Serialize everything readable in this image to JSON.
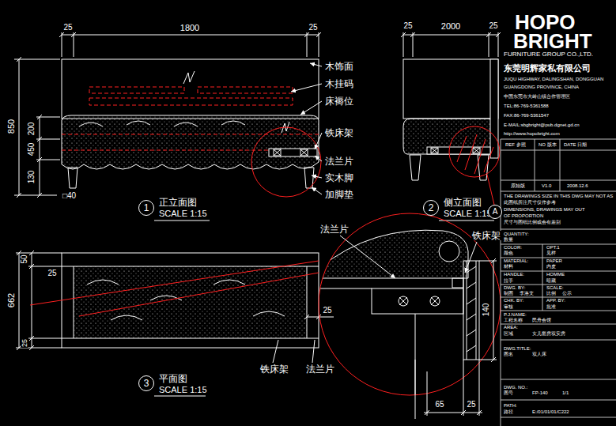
{
  "diagram": {
    "nodes": [
      {
        "text": [
          "1"
        ]
      },
      {
        "text": [
          "2"
        ]
      },
      {
        "text": [
          "A"
        ]
      },
      {
        "text": [
          "3"
        ]
      }
    ],
    "labels": [
      "1800",
      "25",
      "25",
      "850",
      "200",
      "450",
      "130",
      "□40",
      "木饰面",
      "木挂码",
      "床褥位",
      "铁床架",
      "法兰片",
      "实木脚",
      "加脚垫",
      "正立面图",
      "SCALE 1:15",
      "2000",
      "25",
      "25",
      "侧立面图",
      "SCALE 1:15",
      "50",
      "662",
      "25",
      "25",
      "25",
      "铁床架",
      "法兰片",
      "平面图",
      "SCALE 1:15",
      "法兰片",
      "铁床架",
      "140",
      "65",
      "25",
      "HOPO",
      "BRIGHT",
      "FURNITURE GROUP CO.,LTD.",
      "东莞明辉家私有限公司",
      "JUQU HIGHWAY, DALINGSHAN, DONGGUAN",
      "GUANGDONG PROVINCE, CHINA",
      "中国东莞市大岭山镇合作管理区",
      "TEL:86-769-5361588",
      "FAX:86-769-5361547",
      "E-MAIL:sbgbright@pub.dgnet.gd.cn",
      "http://www.hopobright.com",
      "REF 参照",
      "NO 版本",
      "DATE 日期",
      "原始版",
      "V1.0",
      "2008.12.6",
      "THE DRAWINGS SIZE IN THIS DWG MAY NOT AS",
      "此图纸所注尺寸仅作参考",
      "DIMENSIONS, DRAWINGS MAY OUT",
      "OF PROPORTION",
      "尺寸与图纸比例或会有差别",
      "QUANTITY:",
      "数量",
      "COLOR:",
      "OPT.1",
      "颜色",
      "见样",
      "MATERIAL:",
      "PAPER",
      "材料",
      "内皮",
      "HANDLE:",
      "HOMME",
      "拉手",
      "暗藏",
      "DWG. BY:",
      "SCALE:",
      "制图",
      "李洛文",
      "比例",
      "公示",
      "CHK. BY:",
      "APP. BY:",
      "审核",
      "批准",
      "P.J.NAME:",
      "工程名称",
      "民舟会馆",
      "AREA:",
      "区域",
      "女儿套房双安房",
      "DWG.TITLE:",
      "图名",
      "双人床",
      "DWG. NO.:",
      "图号",
      "FP-140",
      "1/1",
      "PATH:",
      "路径",
      "E:/01/01/01/C222"
    ]
  }
}
